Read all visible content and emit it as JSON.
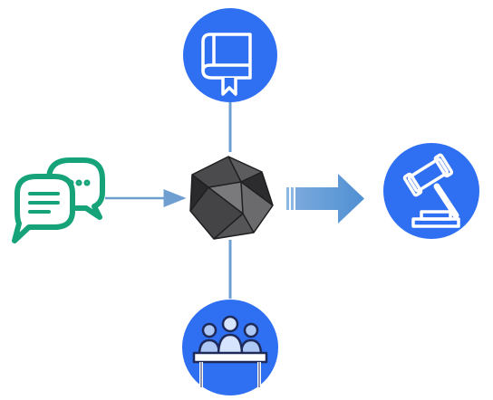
{
  "diagram": {
    "nodes": [
      {
        "id": "book",
        "icon": "book-icon"
      },
      {
        "id": "chat",
        "icon": "chat-bubbles-icon"
      },
      {
        "id": "core",
        "icon": "icosahedron-icon"
      },
      {
        "id": "gavel",
        "icon": "gavel-icon"
      },
      {
        "id": "panel",
        "icon": "panel-of-people-icon"
      }
    ],
    "edges": [
      {
        "from": "book",
        "to": "core",
        "style": "line"
      },
      {
        "from": "panel",
        "to": "core",
        "style": "line"
      },
      {
        "from": "chat",
        "to": "core",
        "style": "arrow"
      },
      {
        "from": "core",
        "to": "gavel",
        "style": "block-arrow"
      }
    ]
  },
  "colors": {
    "accent_blue": "#2f6ff2",
    "connector_blue": "#6f9fd0",
    "block_arrow_blue": "#5a95d6",
    "chat_green": "#16a37a",
    "core_dark": "#3a3a3c",
    "core_facet_light": "#6b6b6d"
  }
}
